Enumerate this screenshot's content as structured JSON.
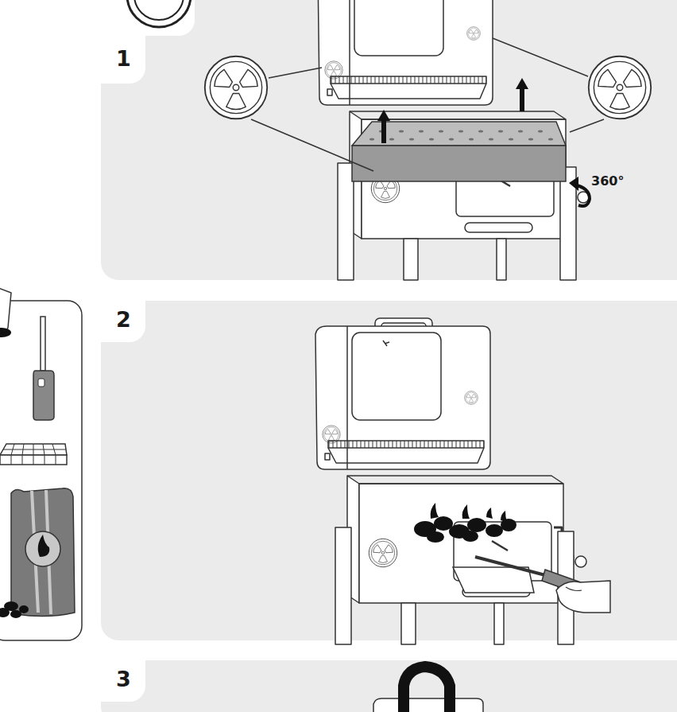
{
  "diagram": {
    "nodes": [
      {
        "text": [
          "1"
        ]
      },
      {
        "text": [
          "2"
        ]
      },
      {
        "text": [
          "3"
        ]
      }
    ],
    "labels": [
      "360°"
    ]
  }
}
